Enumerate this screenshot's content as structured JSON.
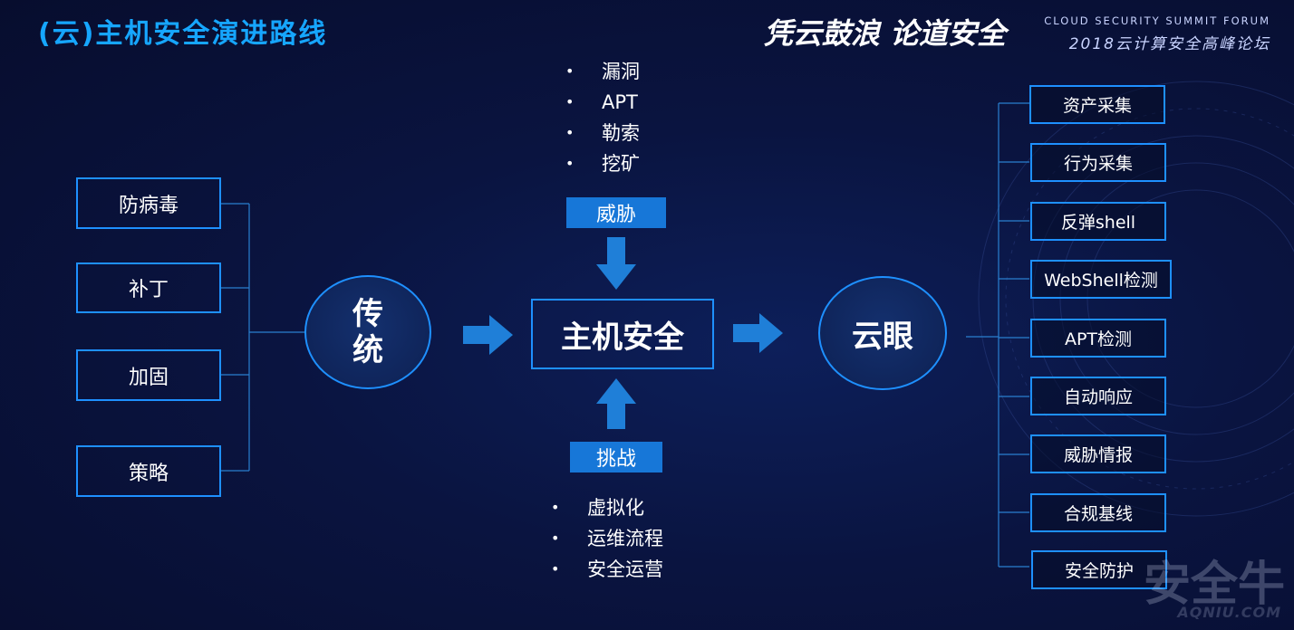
{
  "header": {
    "title": "(云)主机安全演进路线",
    "slogan": "凭云鼓浪 论道安全",
    "forum_en": "CLOUD SECURITY SUMMIT FORUM",
    "forum_cn": "2018云计算安全高峰论坛"
  },
  "left": {
    "items": [
      "防病毒",
      "补丁",
      "加固",
      "策略"
    ],
    "circle_label": "传统"
  },
  "center": {
    "label": "主机安全",
    "threat": {
      "tag": "威胁",
      "items": [
        "漏洞",
        "APT",
        "勒索",
        "挖矿"
      ]
    },
    "challenge": {
      "tag": "挑战",
      "items": [
        "虚拟化",
        "运维流程",
        "安全运营"
      ]
    }
  },
  "right": {
    "circle_label": "云眼",
    "items": [
      "资产采集",
      "行为采集",
      "反弹shell",
      "WebShell检测",
      "APT检测",
      "自动响应",
      "威胁情报",
      "合规基线",
      "安全防护"
    ]
  },
  "watermark": {
    "text": "安全牛",
    "sub": "AQNIU.COM"
  },
  "colors": {
    "accent": "#1e90ff",
    "title": "#16a6ff",
    "tag_fill": "#1777d8",
    "arrow": "#1f7fd8",
    "background": "#0a1440"
  }
}
